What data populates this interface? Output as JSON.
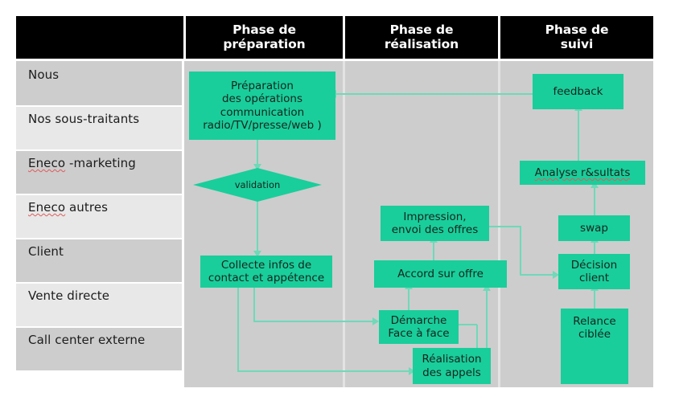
{
  "header": {
    "corner_label": "",
    "columns": [
      {
        "label": "Phase de préparation",
        "line1": "Phase de",
        "line2": "préparation"
      },
      {
        "label": "Phase de réalisation",
        "line1": "Phase de",
        "line2": "réalisation"
      },
      {
        "label": "Phase de suivi",
        "line1": "Phase de",
        "line2": "suivi"
      }
    ]
  },
  "legend": {
    "rows": [
      {
        "label": "Nous",
        "shade": "dark",
        "misspelled": false
      },
      {
        "label": "Nos sous-traitants",
        "shade": "light",
        "misspelled": false
      },
      {
        "label": "Eneco -marketing",
        "shade": "dark",
        "misspelled": true,
        "misspelled_word": "Eneco",
        "rest": " -marketing"
      },
      {
        "label": "Eneco autres",
        "shade": "light",
        "misspelled": true,
        "misspelled_word": "Eneco",
        "rest": " autres"
      },
      {
        "label": "Client",
        "shade": "dark",
        "misspelled": false
      },
      {
        "label": "Vente directe",
        "shade": "light",
        "misspelled": false
      },
      {
        "label": "Call center externe",
        "shade": "dark",
        "misspelled": false
      }
    ]
  },
  "nodes": {
    "preparation": {
      "label": "Préparation des opérations communication radio/TV/presse/web )",
      "lines": [
        "Préparation",
        "des opérations",
        "communication",
        "radio/TV/presse/web )"
      ]
    },
    "validation": {
      "label": "validation"
    },
    "collecte": {
      "label": "Collecte infos de contact et appétence",
      "lines": [
        "Collecte infos de",
        "contact et appétence"
      ]
    },
    "impression": {
      "label": "Impression, envoi des offres",
      "lines": [
        "Impression,",
        "envoi des offres"
      ]
    },
    "accord": {
      "label": "Accord sur offre",
      "lines": [
        "Accord sur offre"
      ]
    },
    "demarche": {
      "label": "Démarche Face à face",
      "lines": [
        "Démarche",
        "Face à face"
      ]
    },
    "realisation": {
      "label": "Réalisation des appels",
      "lines": [
        "Réalisation",
        "des appels"
      ]
    },
    "feedback": {
      "label": "feedback",
      "lines": [
        "feedback"
      ]
    },
    "analyse": {
      "label": "Analyse r&sultats",
      "lines": [
        "Analyse r&sultats"
      ],
      "misspelled": true
    },
    "swap": {
      "label": "swap",
      "lines": [
        "swap"
      ]
    },
    "decision": {
      "label": "Décision client",
      "lines": [
        "Décision",
        "client"
      ]
    },
    "relance": {
      "label": "Relance ciblée",
      "lines": [
        "Relance",
        "ciblée"
      ]
    }
  },
  "colors": {
    "node_fill": "#19ce9b",
    "connector": "#6fd9b8",
    "stage_background": "#cdcdcd",
    "header_background": "#000000",
    "header_text": "#ffffff",
    "legend_dark": "#cdcdcd",
    "legend_light": "#e8e8e8",
    "spellcheck_underline": "#e05a5a"
  }
}
